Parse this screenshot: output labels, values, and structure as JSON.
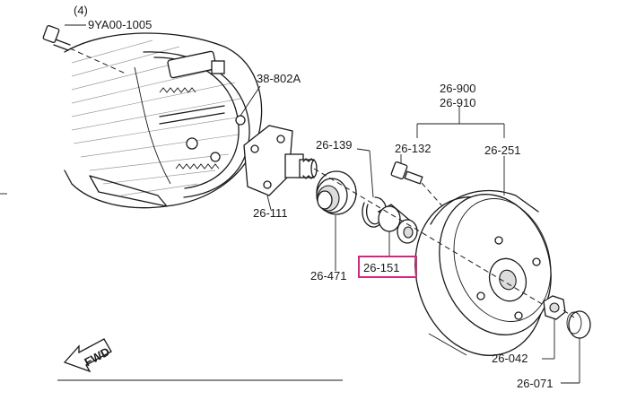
{
  "labels": {
    "qty_bolt": "(4)",
    "bolt": "9YA00-1005",
    "backing_part": "38-802A",
    "hub_spindle": "26-111",
    "oil_seal": "26-471",
    "snap_ring": "26-139",
    "bearing": "26-151",
    "hub_bolt": "26-132",
    "drum_assy_a": "26-900",
    "drum_assy_b": "26-910",
    "drum": "26-251",
    "lock_nut": "26-042",
    "cap": "26-071",
    "fwd_arrow": "FWD"
  },
  "highlight": {
    "part": "26-151",
    "color": "#d4267f"
  },
  "colors": {
    "line": "#1a1a1a",
    "background": "#ffffff"
  }
}
